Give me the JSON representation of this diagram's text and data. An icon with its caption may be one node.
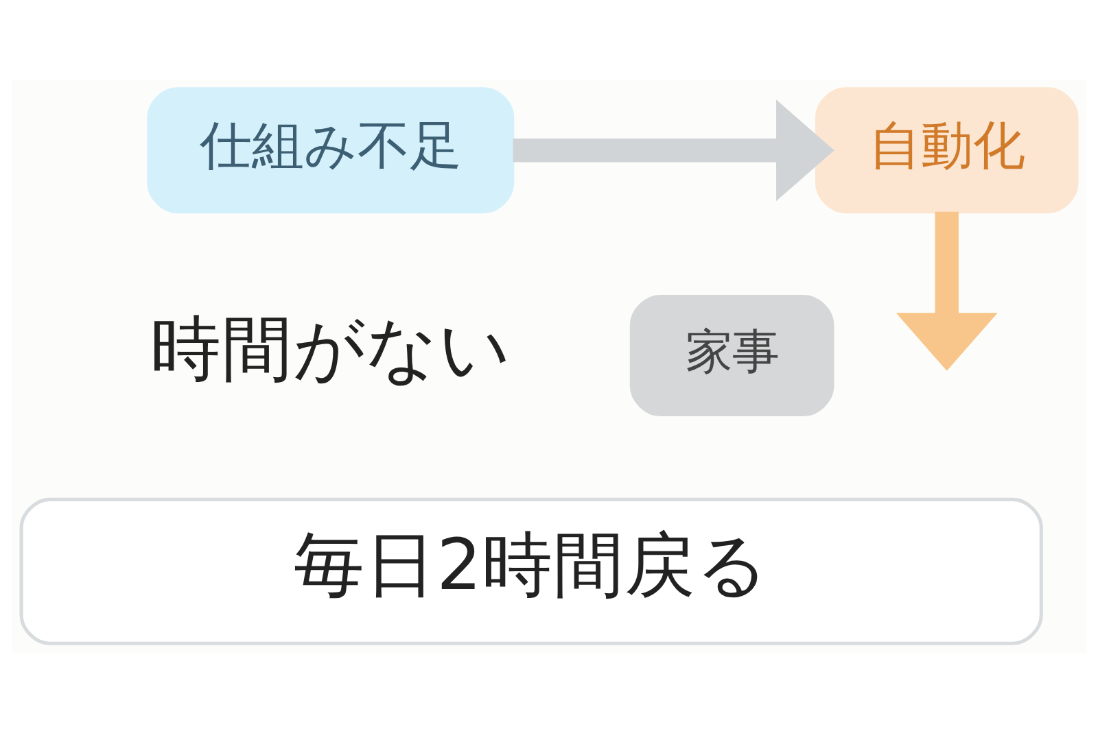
{
  "diagram": {
    "nodes": [
      {
        "text": [
          "仕組み不足"
        ]
      },
      {
        "text": [
          "自動化"
        ]
      },
      {
        "text": [
          "家事"
        ]
      },
      {
        "text": [
          "毎日2時間戻る"
        ]
      }
    ],
    "edges": [
      {
        "from": 0,
        "to": 1,
        "arrow": "to",
        "color": "#d0d4d7"
      },
      {
        "from": 1,
        "to": null,
        "arrow": "to",
        "color": "#f8c68a"
      }
    ],
    "labels": [
      "時間がない"
    ]
  }
}
